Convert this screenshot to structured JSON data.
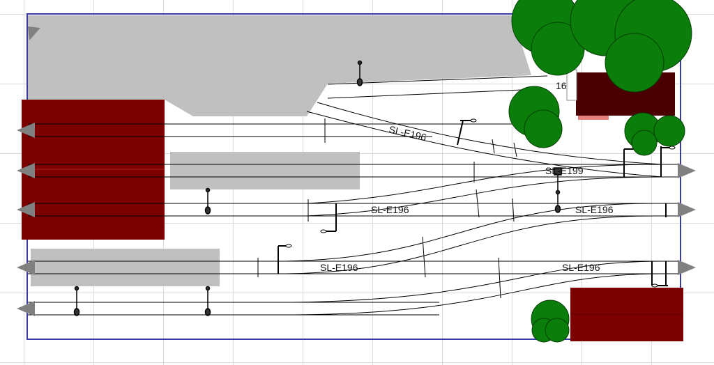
{
  "colors": {
    "board_border": "#3b3ba8",
    "building": "#7d0000",
    "platform": "#c0c0c0",
    "tree": "#0a7d0a",
    "track": "#000000",
    "arrow": "#808080",
    "roof_pink": "#e88080"
  },
  "labels": {
    "turnout_a": "SL-E196",
    "turnout_b": "SL-E199",
    "turnout_c": "SL-E196",
    "turnout_d": "SL-E196",
    "turnout_e": "SL-E196",
    "turnout_f": "SL-E196",
    "partial_code": "16"
  },
  "icons": {
    "arrow": "track-end-arrow-icon",
    "signal": "signal-icon",
    "uncoupler": "uncoupler-icon",
    "tree": "tree-icon"
  }
}
